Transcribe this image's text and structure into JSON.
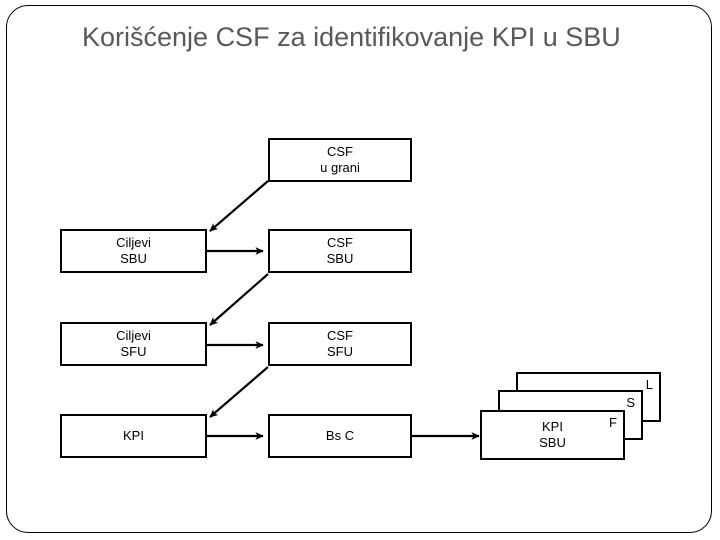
{
  "slide": {
    "title": "Korišćenje CSF za identifikovanje KPI u SBU",
    "frame_color": "#000000",
    "title_color": "#595959",
    "background": "#ffffff"
  },
  "diagram": {
    "type": "flow-diagram",
    "box_border_color": "#000000",
    "box_fill": "#ffffff",
    "arrow_color": "#000000",
    "nodes": [
      {
        "id": "csf-grani",
        "line1": "CSF",
        "line2": "u grani"
      },
      {
        "id": "ciljevi-sbu",
        "line1": "Ciljevi",
        "line2": "SBU"
      },
      {
        "id": "csf-sbu",
        "line1": "CSF",
        "line2": "SBU"
      },
      {
        "id": "ciljevi-sfu",
        "line1": "Ciljevi",
        "line2": "SFU"
      },
      {
        "id": "csf-sfu",
        "line1": "CSF",
        "line2": "SFU"
      },
      {
        "id": "kpi",
        "line1": "KPI",
        "line2": ""
      },
      {
        "id": "bsc",
        "line1": "Bs C",
        "line2": ""
      }
    ],
    "stack": {
      "back_card_label": "L",
      "middle_card_label": "S",
      "front_card_label": "F",
      "front_line1": "KPI",
      "front_line2": "SBU"
    },
    "edges": [
      {
        "from": "csf-grani",
        "to": "ciljevi-sbu",
        "style": "diagonal-arrow"
      },
      {
        "from": "ciljevi-sbu",
        "to": "csf-sbu",
        "style": "horizontal-arrow"
      },
      {
        "from": "csf-sbu",
        "to": "ciljevi-sfu",
        "style": "diagonal-arrow"
      },
      {
        "from": "ciljevi-sfu",
        "to": "csf-sfu",
        "style": "horizontal-arrow"
      },
      {
        "from": "csf-sfu",
        "to": "kpi",
        "style": "diagonal-arrow"
      },
      {
        "from": "kpi",
        "to": "bsc",
        "style": "horizontal-arrow"
      },
      {
        "from": "bsc",
        "to": "kpi-sbu-stack",
        "style": "horizontal-arrow"
      }
    ]
  }
}
